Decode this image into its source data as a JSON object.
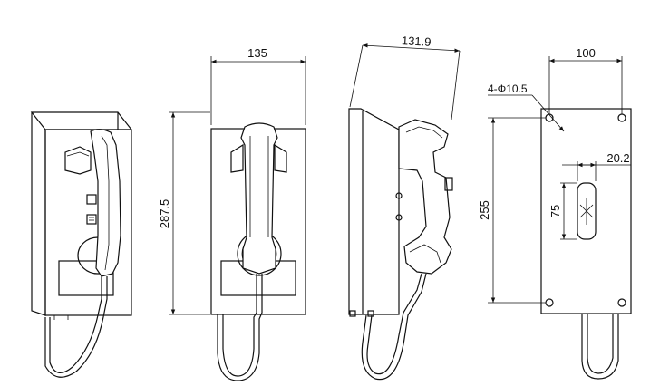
{
  "views": {
    "front": {
      "width_label": "135",
      "height_label": "287.5"
    },
    "side": {
      "depth_label": "131.9"
    },
    "back": {
      "width_label": "100",
      "hole_label": "4-Φ10.5",
      "hole_spacing_label": "255",
      "slot_height_label": "75",
      "slot_offset_label": "20.2"
    }
  }
}
